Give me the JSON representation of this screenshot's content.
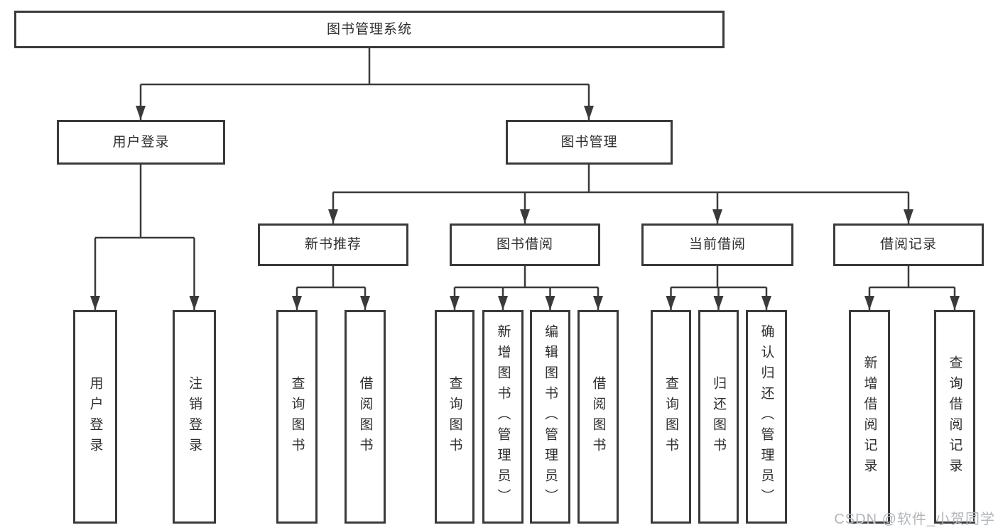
{
  "diagram": {
    "type": "hierarchy-tree",
    "line_color": "#3a3a3a",
    "box_background": "#ffffff",
    "text_color": "#2e2e2e",
    "watermark_color": "#b2b6ba"
  },
  "tree": {
    "label": "图书管理系统",
    "children": [
      {
        "label": "用户登录",
        "children": [
          {
            "label": "用户登录"
          },
          {
            "label": "注销登录"
          }
        ]
      },
      {
        "label": "图书管理",
        "children": [
          {
            "label": "新书推荐",
            "children": [
              {
                "label": "查询图书"
              },
              {
                "label": "借阅图书"
              }
            ]
          },
          {
            "label": "图书借阅",
            "children": [
              {
                "label": "查询图书"
              },
              {
                "label": "新增图书（管理员）"
              },
              {
                "label": "编辑图书（管理员）"
              },
              {
                "label": "借阅图书"
              }
            ]
          },
          {
            "label": "当前借阅",
            "children": [
              {
                "label": "查询图书"
              },
              {
                "label": "归还图书"
              },
              {
                "label": "确认归还（管理员）"
              }
            ]
          },
          {
            "label": "借阅记录",
            "children": [
              {
                "label": "新增借阅记录"
              },
              {
                "label": "查询借阅记录"
              }
            ]
          }
        ]
      }
    ]
  },
  "watermark": {
    "text": "CSDN @软件_小贺同学"
  }
}
